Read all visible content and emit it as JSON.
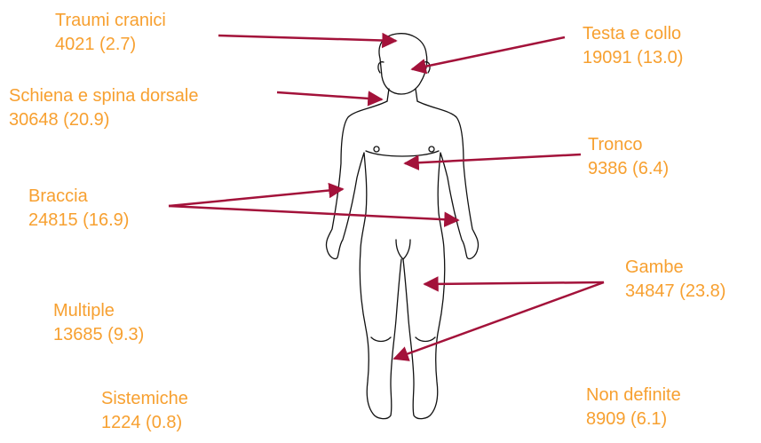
{
  "colors": {
    "label": "#f7a030",
    "arrow": "#a3123a",
    "body": "#111111"
  },
  "labels": {
    "head_trauma": {
      "name": "Traumi cranici",
      "value": "4021 (2.7)"
    },
    "head_neck": {
      "name": "Testa e collo",
      "value": "19091 (13.0)"
    },
    "back_spine": {
      "name": "Schiena e spina dorsale",
      "value": "30648 (20.9)"
    },
    "trunk": {
      "name": "Tronco",
      "value": "9386 (6.4)"
    },
    "arms": {
      "name": "Braccia",
      "value": "24815 (16.9)"
    },
    "legs": {
      "name": "Gambe",
      "value": "34847 (23.8)"
    },
    "multiple": {
      "name": "Multiple",
      "value": "13685 (9.3)"
    },
    "systemic": {
      "name": "Sistemiche",
      "value": "1224 (0.8)"
    },
    "undefined": {
      "name": "Non definite",
      "value": "8909 (6.1)"
    }
  }
}
